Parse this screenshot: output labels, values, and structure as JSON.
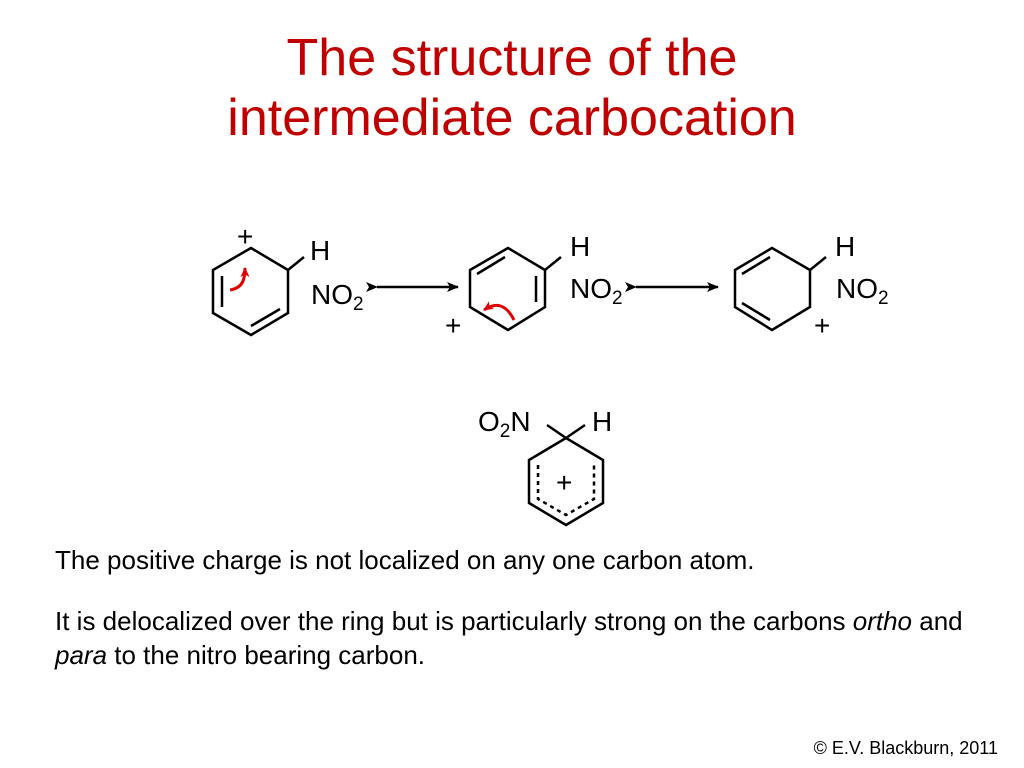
{
  "title": {
    "line1": "The structure of the",
    "line2": "intermediate carbocation"
  },
  "labels": {
    "h": "H",
    "n": "N",
    "o": "O",
    "sub2": "2",
    "plus": "+"
  },
  "text": {
    "para1": "The positive charge is not localized on any one carbon atom.",
    "para2_a": "It is delocalized over the ring but is particularly strong on the carbons ",
    "para2_ortho": "ortho",
    "para2_b": " and ",
    "para2_para": "para",
    "para2_c": " to the nitro bearing carbon."
  },
  "copyright": "© E.V. Blackburn, 2011",
  "colors": {
    "title": "#c00000",
    "curved_arrow": "#e00000",
    "ink": "#000000"
  }
}
